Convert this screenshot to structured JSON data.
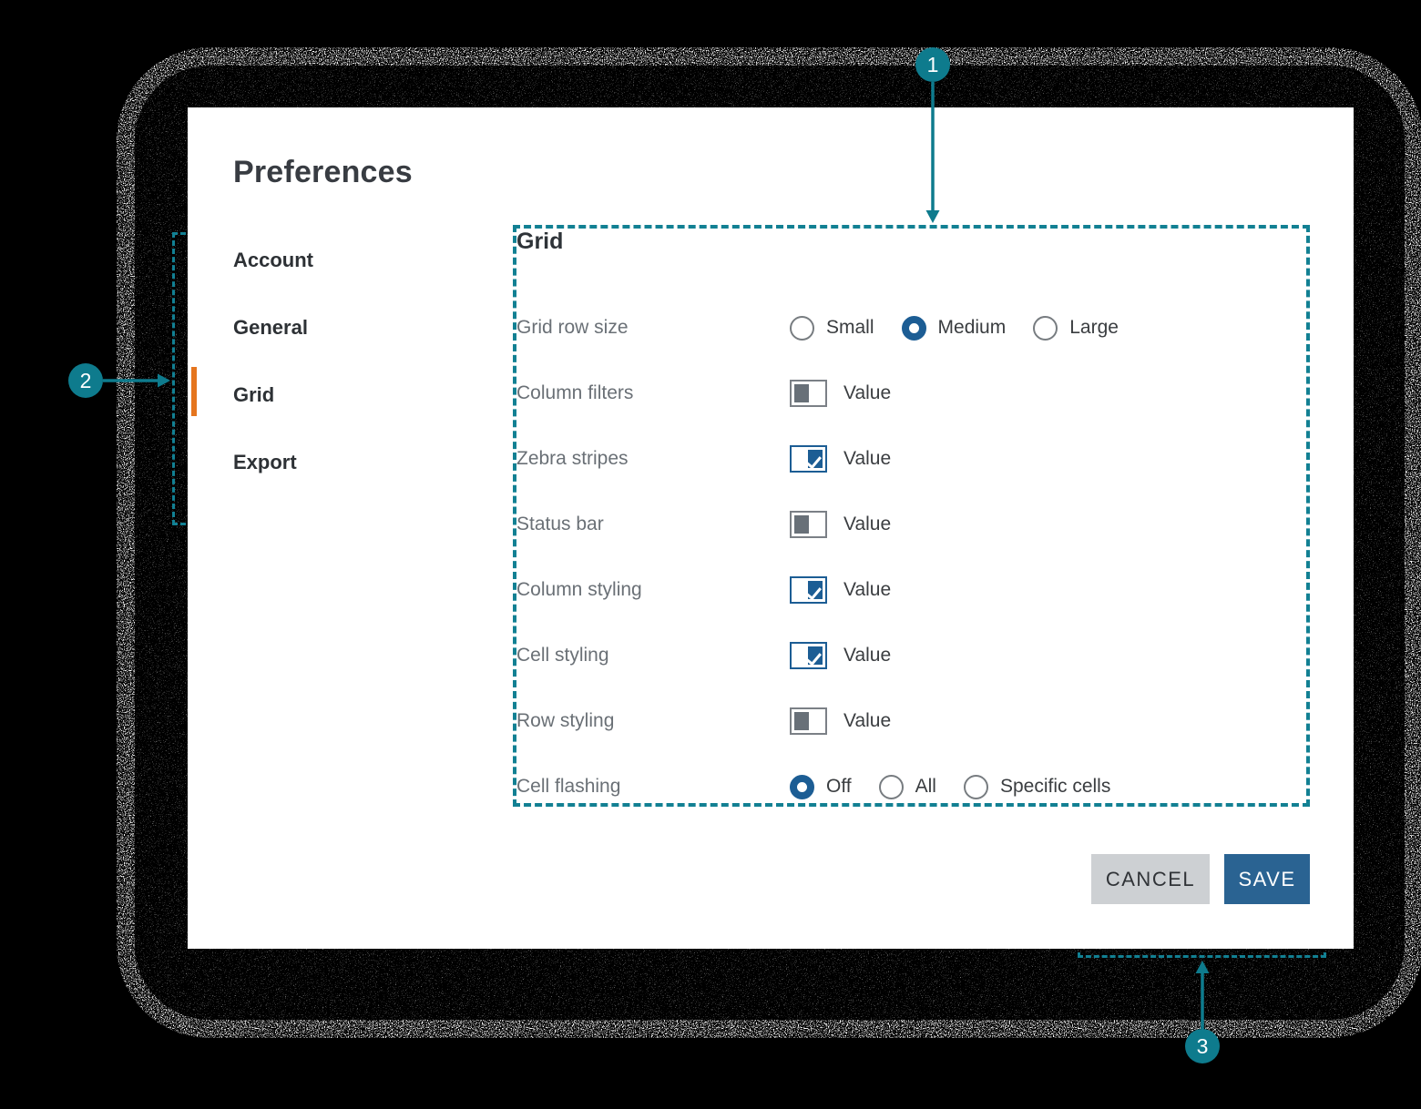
{
  "dialog": {
    "title": "Preferences",
    "sidebar": {
      "items": [
        {
          "label": "Account",
          "selected": false
        },
        {
          "label": "General",
          "selected": false
        },
        {
          "label": "Grid",
          "selected": true
        },
        {
          "label": "Export",
          "selected": false
        }
      ]
    },
    "panel": {
      "heading": "Grid",
      "rows": [
        {
          "label": "Grid row size",
          "type": "radio-group",
          "options": [
            {
              "label": "Small",
              "selected": false
            },
            {
              "label": "Medium",
              "selected": true
            },
            {
              "label": "Large",
              "selected": false
            }
          ]
        },
        {
          "label": "Column filters",
          "type": "toggle",
          "checked": false,
          "value_label": "Value"
        },
        {
          "label": "Zebra stripes",
          "type": "toggle",
          "checked": true,
          "value_label": "Value"
        },
        {
          "label": "Status bar",
          "type": "toggle",
          "checked": false,
          "value_label": "Value"
        },
        {
          "label": "Column styling",
          "type": "toggle",
          "checked": true,
          "value_label": "Value"
        },
        {
          "label": "Cell styling",
          "type": "toggle",
          "checked": true,
          "value_label": "Value"
        },
        {
          "label": "Row styling",
          "type": "toggle",
          "checked": false,
          "value_label": "Value"
        },
        {
          "label": "Cell flashing",
          "type": "radio-group",
          "options": [
            {
              "label": "Off",
              "selected": true
            },
            {
              "label": "All",
              "selected": false
            },
            {
              "label": "Specific cells",
              "selected": false
            }
          ]
        }
      ]
    },
    "actions": {
      "cancel": "CANCEL",
      "save": "SAVE"
    }
  },
  "annotations": {
    "markers": [
      {
        "label": "1"
      },
      {
        "label": "2"
      },
      {
        "label": "3"
      }
    ]
  },
  "colors": {
    "accent_teal": "#0e7b8d",
    "accent_orange": "#e5751e",
    "control_blue": "#1c5d94",
    "save_bg": "#2a6392",
    "cancel_bg": "#cdd0d3"
  }
}
